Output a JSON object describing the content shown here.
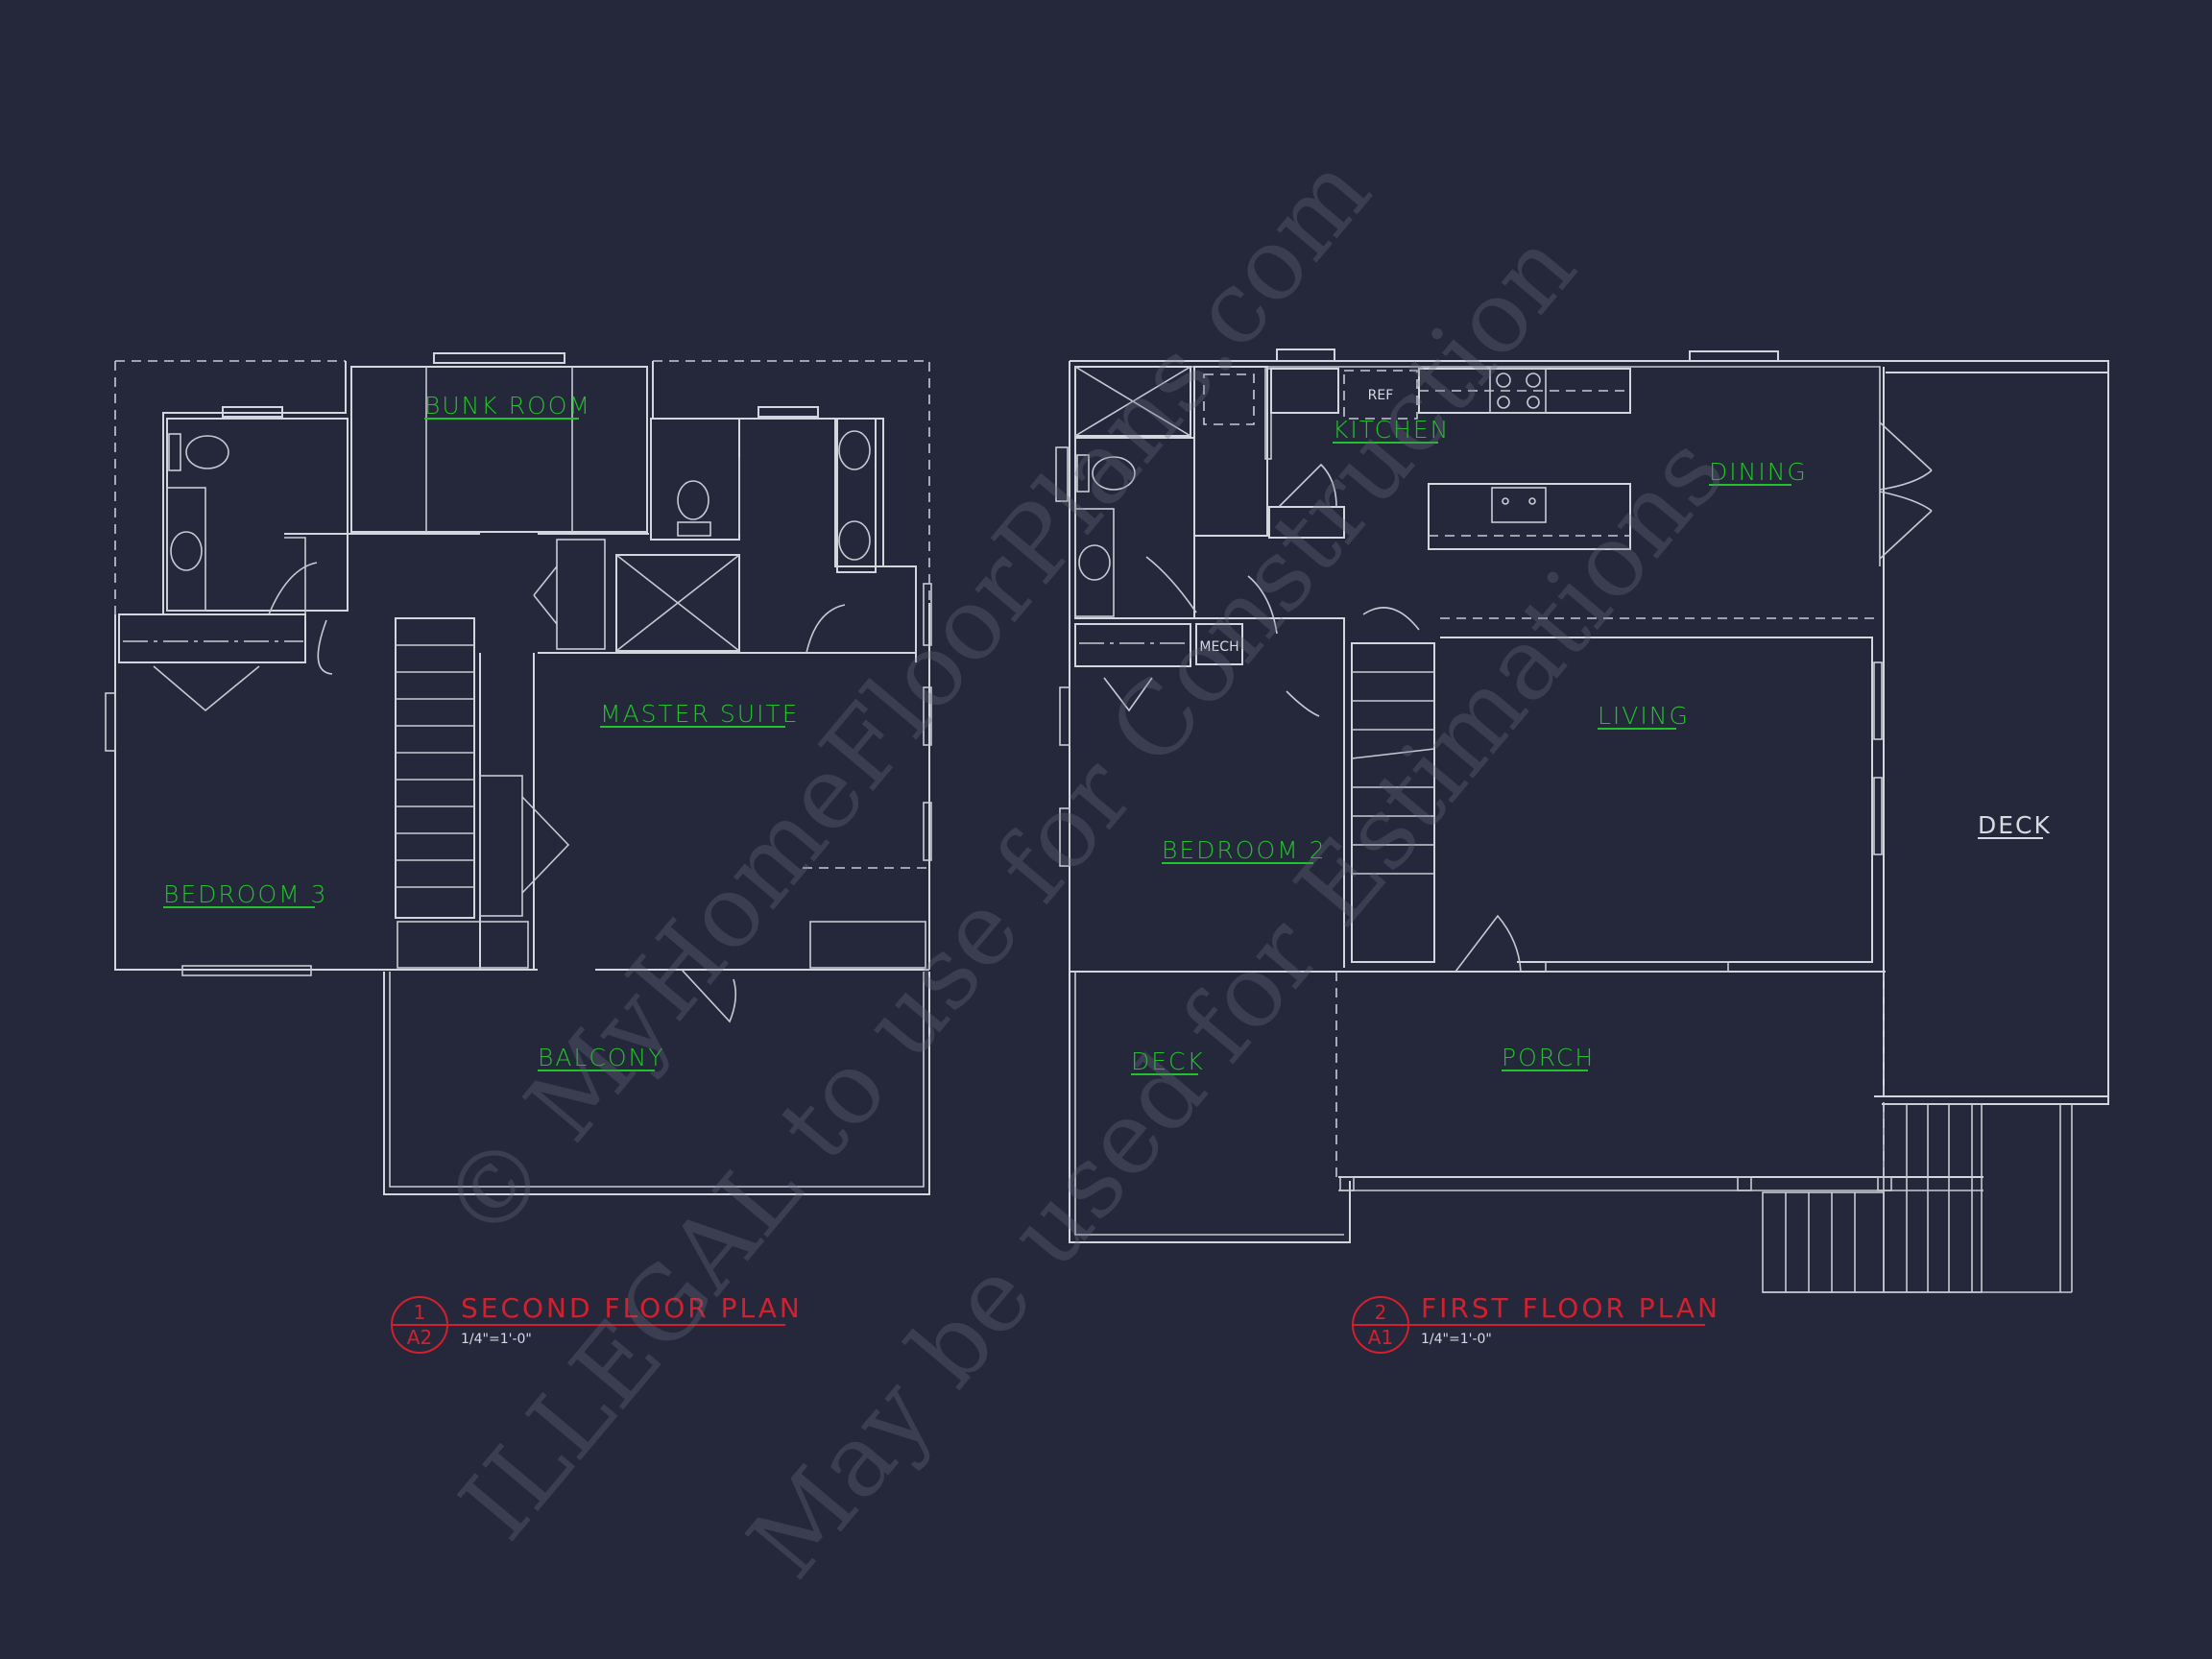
{
  "drawing": {
    "background_color": "#24283a",
    "line_color": "#d4d6de",
    "label_color": "#22c22a",
    "title_color": "#d4202e"
  },
  "second_floor": {
    "rooms": {
      "bunk_room": "BUNK ROOM",
      "master_suite": "MASTER SUITE",
      "bedroom_3": "BEDROOM 3",
      "balcony": "BALCONY"
    },
    "title": {
      "number": "1",
      "sheet": "A2",
      "name": "SECOND FLOOR PLAN",
      "scale": "1/4\"=1'-0\""
    }
  },
  "first_floor": {
    "rooms": {
      "kitchen": "KITCHEN",
      "dining": "DINING",
      "living": "LIVING",
      "bedroom_2": "BEDROOM 2",
      "deck_left": "DECK",
      "porch": "PORCH",
      "deck_right": "DECK"
    },
    "fixtures": {
      "ref": "REF",
      "mech": "MECH"
    },
    "title": {
      "number": "2",
      "sheet": "A1",
      "name": "FIRST FLOOR PLAN",
      "scale": "1/4\"=1'-0\""
    }
  },
  "watermark": {
    "line1": "© MyHomeFloorPlans.com",
    "line2": "ILLEGAL to use for Construction",
    "line3": "May be used for Estimations"
  }
}
